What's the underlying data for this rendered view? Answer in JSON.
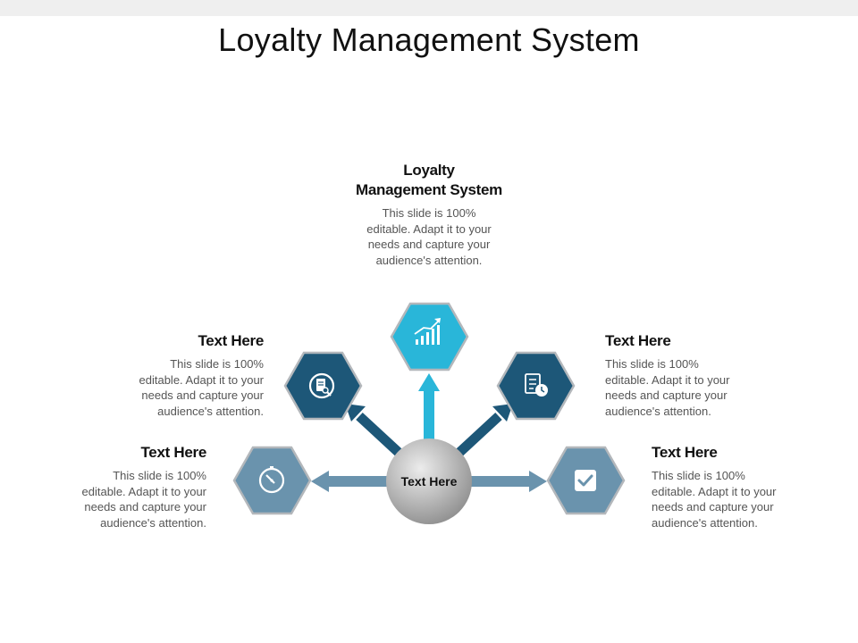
{
  "slide": {
    "title": "Loyalty Management System"
  },
  "center": {
    "label": "Text Here"
  },
  "colors": {
    "teal": "#29b6d9",
    "navy": "#1d5778",
    "steel": "#6a93ad",
    "hex_border": "#b3b7bb",
    "hub": "#a8a8a8"
  },
  "blocks": [
    {
      "id": "top",
      "heading": "Loyalty Management System",
      "heading_line1": "Loyalty",
      "heading_line2": "Management System",
      "body_lines": [
        "This slide is 100%",
        "editable. Adapt it to your",
        "needs and capture your",
        "audience's attention."
      ],
      "icon": "bar-chart-growth-icon"
    },
    {
      "id": "upper-left",
      "heading": "Text Here",
      "body_lines": [
        "This slide is 100%",
        "editable. Adapt it to your",
        "needs and capture your",
        "audience's attention."
      ],
      "icon": "document-search-icon"
    },
    {
      "id": "upper-right",
      "heading": "Text Here",
      "body_lines": [
        "This slide is 100%",
        "editable. Adapt it to your",
        "needs and capture your",
        "audience's attention."
      ],
      "icon": "checklist-clock-icon"
    },
    {
      "id": "lower-left",
      "heading": "Text Here",
      "body_lines": [
        "This slide is 100%",
        "editable. Adapt it to your",
        "needs and capture your",
        "audience's attention."
      ],
      "icon": "compass-icon"
    },
    {
      "id": "lower-right",
      "heading": "Text Here",
      "body_lines": [
        "This slide is 100%",
        "editable. Adapt it to your",
        "needs and capture your",
        "audience's attention."
      ],
      "icon": "checkbox-icon"
    }
  ]
}
